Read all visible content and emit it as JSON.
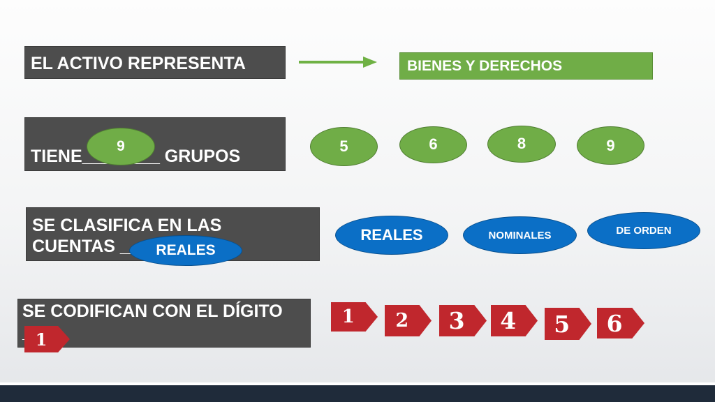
{
  "row1": {
    "label": "EL ACTIVO REPRESENTA",
    "answer": "BIENES Y DERECHOS"
  },
  "row2": {
    "label_prefix": "TIENE",
    "label_blank": "________",
    "label_suffix": " GRUPOS",
    "answer": "9",
    "options": [
      "5",
      "6",
      "8",
      "9"
    ]
  },
  "row3": {
    "label_line1": "SE CLASIFICA EN LAS",
    "label_line2": "CUENTAS ____",
    "answer": "REALES",
    "options": [
      "REALES",
      "NOMINALES",
      "DE ORDEN"
    ]
  },
  "row4": {
    "label_line1": "SE CODIFICAN CON EL DÍGITO",
    "label_line2": "____",
    "answer": "1",
    "options": [
      "1",
      "2",
      "3",
      "4",
      "5",
      "6"
    ]
  },
  "colors": {
    "dark_box": "#4d4d4d",
    "green": "#70ad47",
    "blue": "#0b6fc6",
    "red": "#c0272d",
    "footer": "#1f2b3a"
  }
}
